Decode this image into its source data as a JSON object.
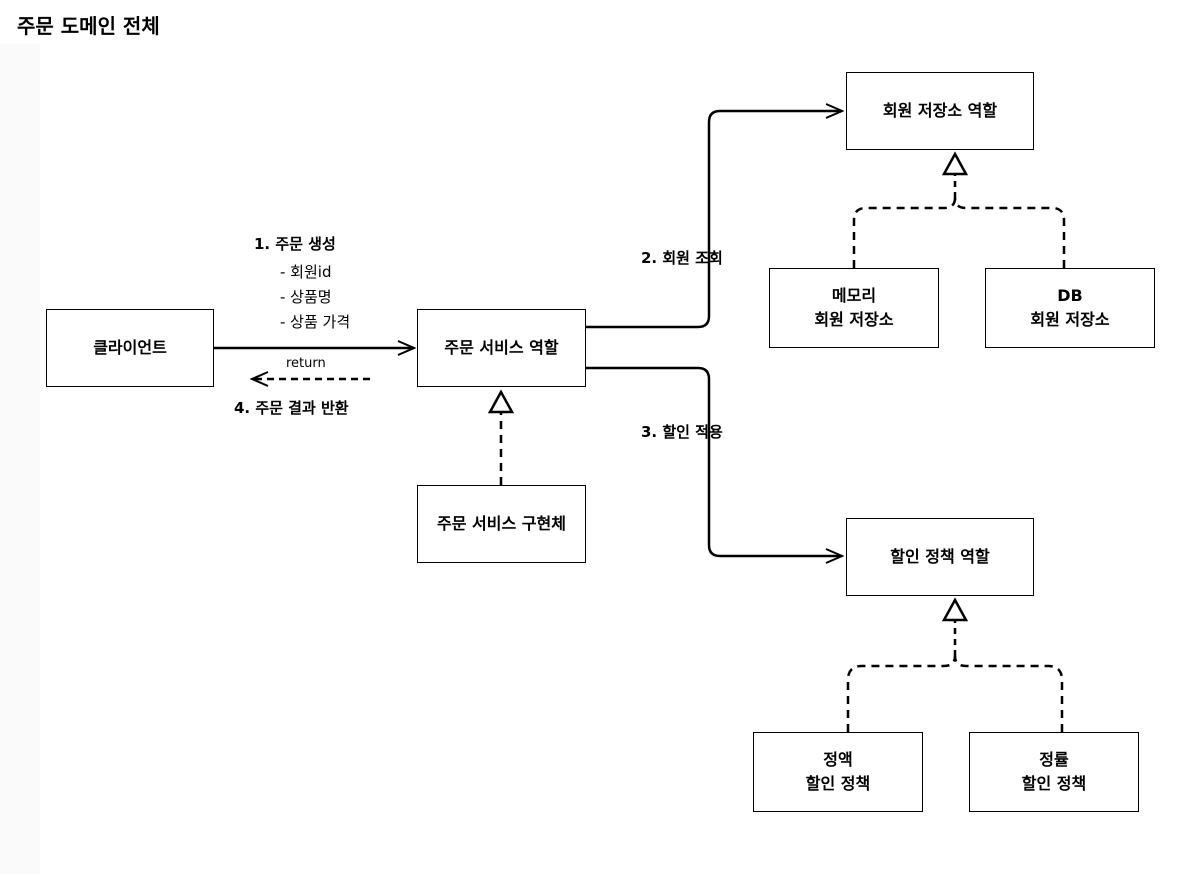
{
  "title": "주문 도메인 전체",
  "nodes": {
    "client": "클라이언트",
    "order_service_role": "주문 서비스 역할",
    "order_service_impl": "주문 서비스 구현체",
    "member_repo_role": "회원 저장소 역할",
    "memory_repo": [
      "메모리",
      "회원 저장소"
    ],
    "db_repo": [
      "DB",
      "회원 저장소"
    ],
    "discount_policy_role": "할인 정책 역할",
    "fix_discount": [
      "정액",
      "할인 정책"
    ],
    "rate_discount": [
      "정률",
      "할인 정책"
    ]
  },
  "labels": {
    "create_order": "1. 주문 생성",
    "param_member_id": "- 회원id",
    "param_item_name": "- 상품명",
    "param_item_price": "- 상품 가격",
    "return": "return",
    "return_result": "4. 주문 결과 반환",
    "find_member": "2. 회원 조회",
    "apply_discount": "3. 할인 적용"
  },
  "colors": {
    "stroke": "#000000",
    "background": "#ffffff",
    "margin": "#fafafa"
  }
}
